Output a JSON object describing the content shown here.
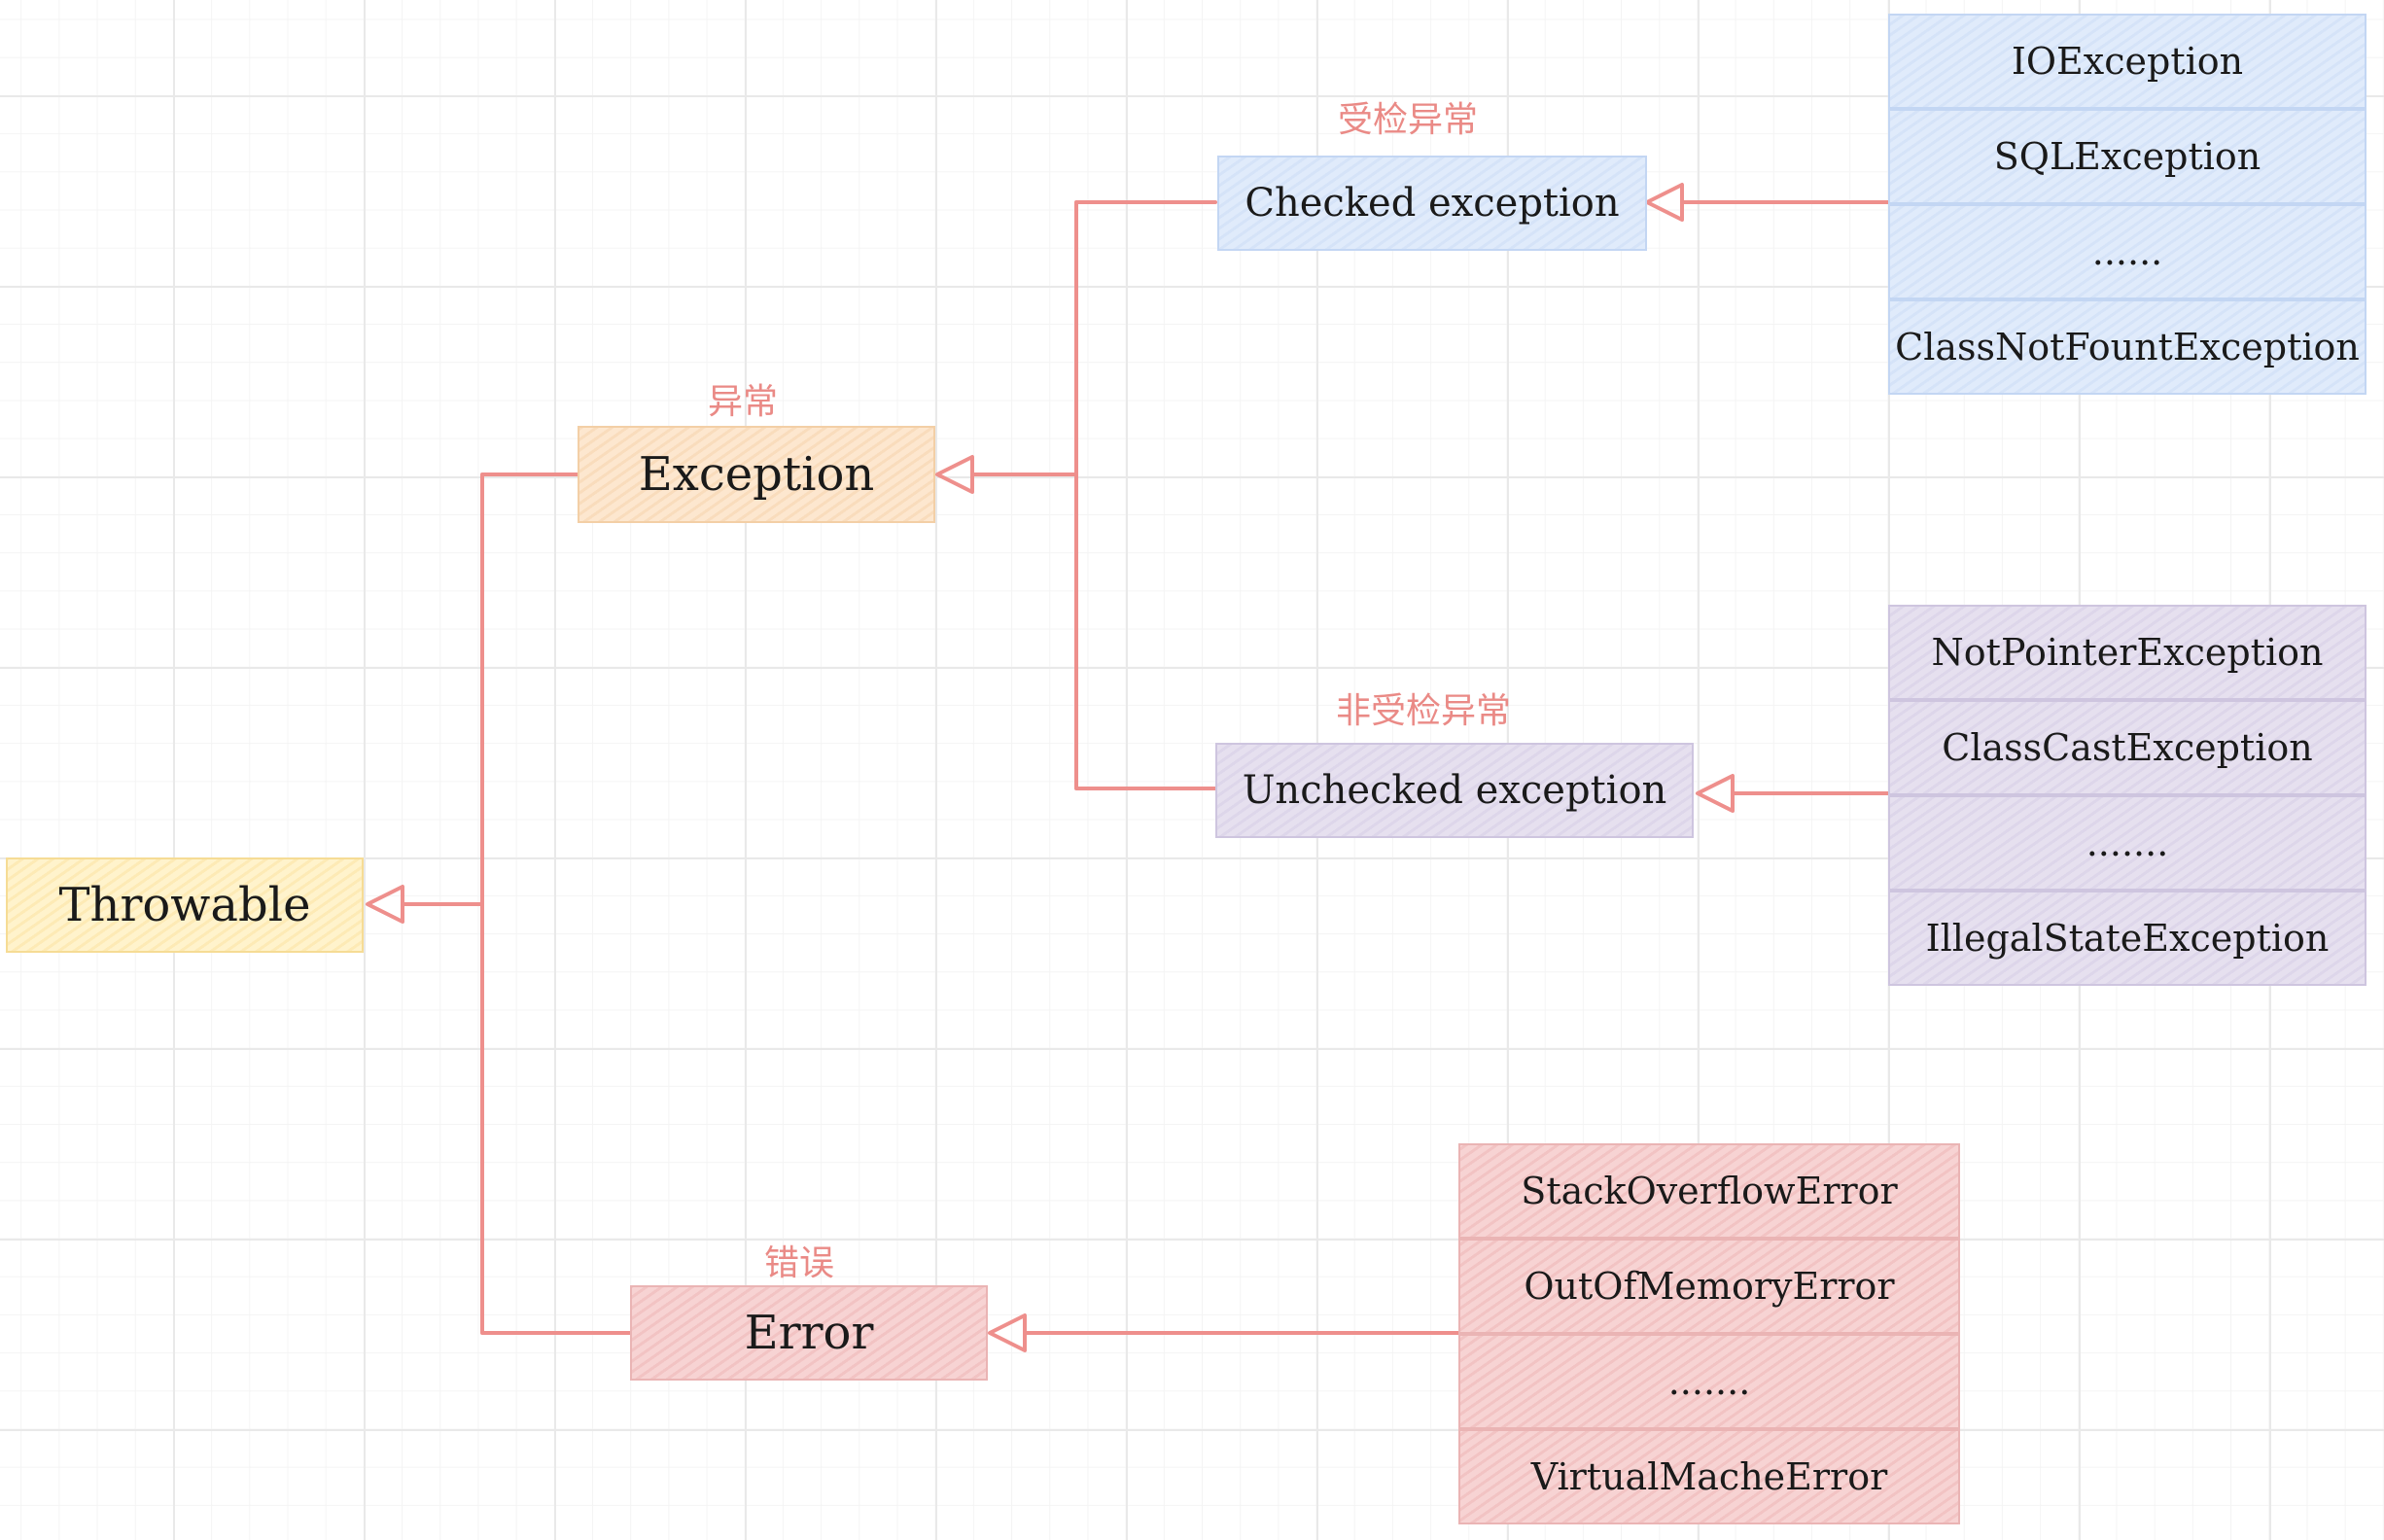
{
  "nodes": {
    "throwable": "Throwable",
    "exception": "Exception",
    "error": "Error",
    "checked": "Checked exception",
    "unchecked": "Unchecked exception"
  },
  "labels": {
    "exception_cn": "异常",
    "checked_cn": "受检异常",
    "unchecked_cn": "非受检异常",
    "error_cn": "错误"
  },
  "checked_examples": [
    "IOException",
    "SQLException",
    "......",
    "ClassNotFountException"
  ],
  "unchecked_examples": [
    "NotPointerException",
    "ClassCastException",
    ".......",
    "IllegalStateException"
  ],
  "error_examples": [
    "StackOverflowError",
    "OutOfMemoryError",
    ".......",
    "VirtualMacheError"
  ],
  "colors": {
    "connector": "#ee8f8c",
    "throwable_fill": "#fff3cc",
    "exception_fill": "#fde7cf",
    "error_fill": "#f7d3d3",
    "checked_fill": "#e0ebfb",
    "unchecked_fill": "#e6e0ef"
  }
}
